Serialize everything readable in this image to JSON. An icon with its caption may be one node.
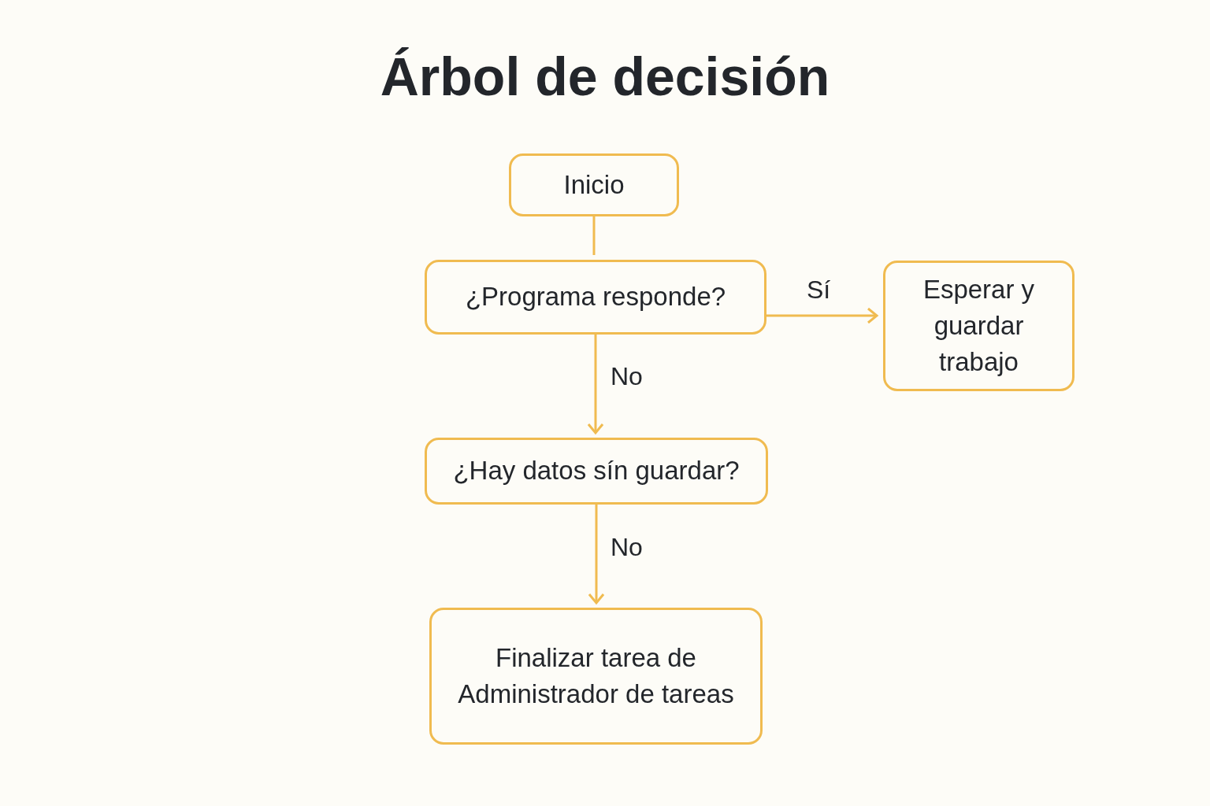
{
  "diagram": {
    "title": "Árbol de decisión",
    "nodes": [
      {
        "text": [
          "Inicio"
        ]
      },
      {
        "text": [
          "¿Programa responde?"
        ]
      },
      {
        "text": [
          "Esperar y guardar trabajo"
        ]
      },
      {
        "text": [
          "¿Hay datos sín guardar?"
        ]
      },
      {
        "text": [
          "Finalizar tarea de Administrador de tareas"
        ]
      }
    ],
    "edges": [
      {
        "from": 0,
        "to": 1,
        "arrow": "none"
      },
      {
        "from": 1,
        "to": 2,
        "arrow": "to",
        "label": "Sí"
      },
      {
        "from": 1,
        "to": 3,
        "arrow": "to",
        "label": "No"
      },
      {
        "from": 3,
        "to": 4,
        "arrow": "to",
        "label": "No"
      }
    ]
  }
}
